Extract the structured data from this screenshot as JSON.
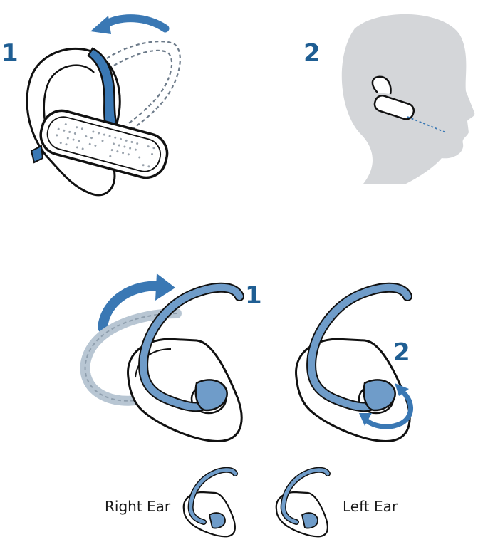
{
  "panel_top": {
    "step_1": "1",
    "step_2": "2"
  },
  "panel_bottom": {
    "step_1": "1",
    "step_2": "2"
  },
  "captions": {
    "right_ear": "Right Ear",
    "left_ear": "Left Ear"
  },
  "colors": {
    "accent_blue": "#3a78b4",
    "loop_blue": "#6f9cc9",
    "number_blue": "#1f5e93",
    "head_gray": "#d4d6d9",
    "dashed_gray": "#aab6c2",
    "outline": "#111111"
  },
  "icons": {
    "rotate_back_arrow": "curved-arrow-icon",
    "rotate_over_arrow": "curved-arrow-icon",
    "twist_arrow": "circular-arrow-icon"
  }
}
